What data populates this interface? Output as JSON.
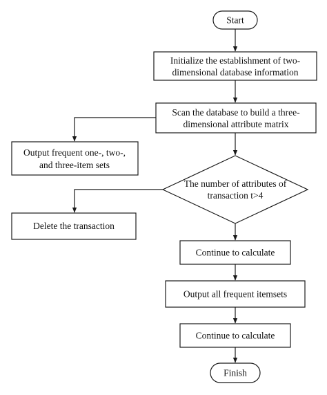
{
  "flowchart": {
    "start": "Start",
    "initialize": [
      "Initialize the establishment of two-",
      "dimensional database information"
    ],
    "scan": [
      "Scan the database to build a three-",
      "dimensional attribute matrix"
    ],
    "output_frequent_sets": [
      "Output frequent one-, two-,",
      "and three-item sets"
    ],
    "decision": [
      "The number of attributes of",
      "transaction t>4"
    ],
    "delete": "Delete the transaction",
    "continue_1": "Continue to calculate",
    "output_all": "Output all frequent itemsets",
    "continue_2": "Continue to calculate",
    "finish": "Finish"
  }
}
